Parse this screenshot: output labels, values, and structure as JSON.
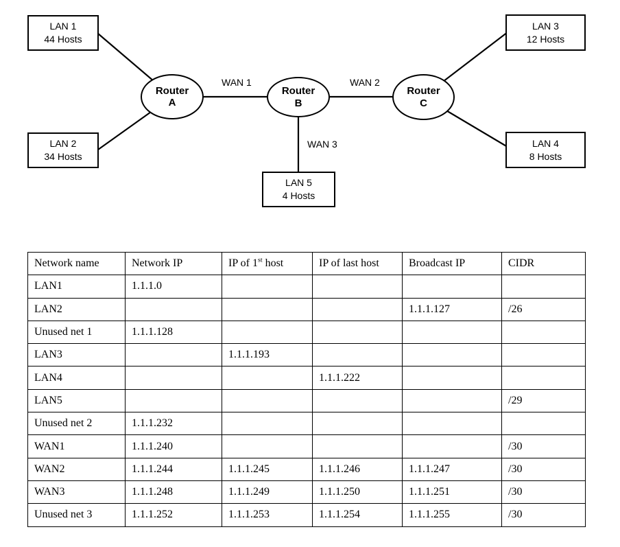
{
  "colors": {
    "ink": "#000000",
    "background": "#ffffff"
  },
  "diagram": {
    "nodes": {
      "lan1": {
        "name": "LAN 1",
        "hosts": "44 Hosts"
      },
      "lan2": {
        "name": "LAN 2",
        "hosts": "34 Hosts"
      },
      "lan3": {
        "name": "LAN 3",
        "hosts": "12 Hosts"
      },
      "lan4": {
        "name": "LAN 4",
        "hosts": "8 Hosts"
      },
      "lan5": {
        "name": "LAN 5",
        "hosts": "4 Hosts"
      },
      "router_a": {
        "title": "Router",
        "id": "A"
      },
      "router_b": {
        "title": "Router",
        "id": "B"
      },
      "router_c": {
        "title": "Router",
        "id": "C"
      }
    },
    "wan_labels": {
      "wan1": "WAN 1",
      "wan2": "WAN 2",
      "wan3": "WAN 3"
    }
  },
  "table": {
    "headers": {
      "network_name": "Network name",
      "network_ip": "Network IP",
      "first_host_prefix": "IP of 1",
      "first_host_sup": "st",
      "first_host_suffix": " host",
      "last_host": "IP of last host",
      "broadcast_ip": "Broadcast IP",
      "cidr": "CIDR"
    },
    "rows": [
      [
        "LAN1",
        "1.1.1.0",
        "",
        "",
        "",
        ""
      ],
      [
        "LAN2",
        "",
        "",
        "",
        "1.1.1.127",
        "/26"
      ],
      [
        "Unused net 1",
        "1.1.1.128",
        "",
        "",
        "",
        ""
      ],
      [
        "LAN3",
        "",
        "1.1.1.193",
        "",
        "",
        ""
      ],
      [
        "LAN4",
        "",
        "",
        "1.1.1.222",
        "",
        ""
      ],
      [
        "LAN5",
        "",
        "",
        "",
        "",
        "/29"
      ],
      [
        "Unused net 2",
        "1.1.1.232",
        "",
        "",
        "",
        ""
      ],
      [
        "WAN1",
        "1.1.1.240",
        "",
        "",
        "",
        "/30"
      ],
      [
        "WAN2",
        "1.1.1.244",
        "1.1.1.245",
        "1.1.1.246",
        "1.1.1.247",
        "/30"
      ],
      [
        "WAN3",
        "1.1.1.248",
        "1.1.1.249",
        "1.1.1.250",
        "1.1.1.251",
        "/30"
      ],
      [
        "Unused net 3",
        "1.1.1.252",
        "1.1.1.253",
        "1.1.1.254",
        "1.1.1.255",
        "/30"
      ]
    ]
  }
}
